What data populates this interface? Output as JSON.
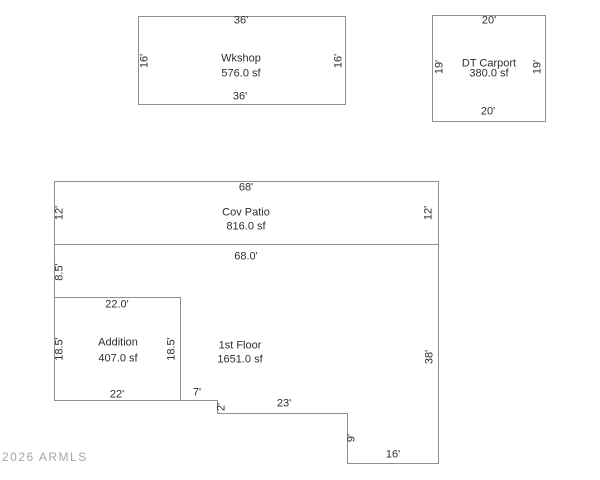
{
  "colors": {
    "line": "#8f8f8f",
    "text": "#2e2e2e",
    "watermark": "#a6a6a6"
  },
  "watermark": {
    "text": "2026 ARMLS"
  },
  "buildings": {
    "workshop": {
      "label": "Wkshop",
      "area": "576.0 sf",
      "dim_top": "36'",
      "dim_bottom": "36'",
      "dim_left": "16'",
      "dim_right": "16'"
    },
    "carport": {
      "label": "DT Carport",
      "area": "380.0 sf",
      "dim_top": "20'",
      "dim_bottom": "20'",
      "dim_left": "19'",
      "dim_right": "19'"
    },
    "patio": {
      "label": "Cov Patio",
      "area": "816.0 sf",
      "dim_top": "68'",
      "dim_bottom": "68.0'",
      "dim_left": "12'",
      "dim_right": "12'"
    },
    "addition": {
      "label": "Addition",
      "area": "407.0 sf",
      "dim_top": "22.0'",
      "dim_bottom": "22'",
      "dim_left": "18.5'",
      "dim_right": "18.5'"
    },
    "first_floor": {
      "label": "1st Floor",
      "area": "1651.0 sf",
      "dim_left_upper": "8.5'",
      "dim_right": "38'",
      "dim_bottom_left": "7'",
      "dim_step_left": "2'",
      "dim_bottom_mid": "23'",
      "dim_step_right": "9'",
      "dim_bottom_right": "16'"
    }
  }
}
